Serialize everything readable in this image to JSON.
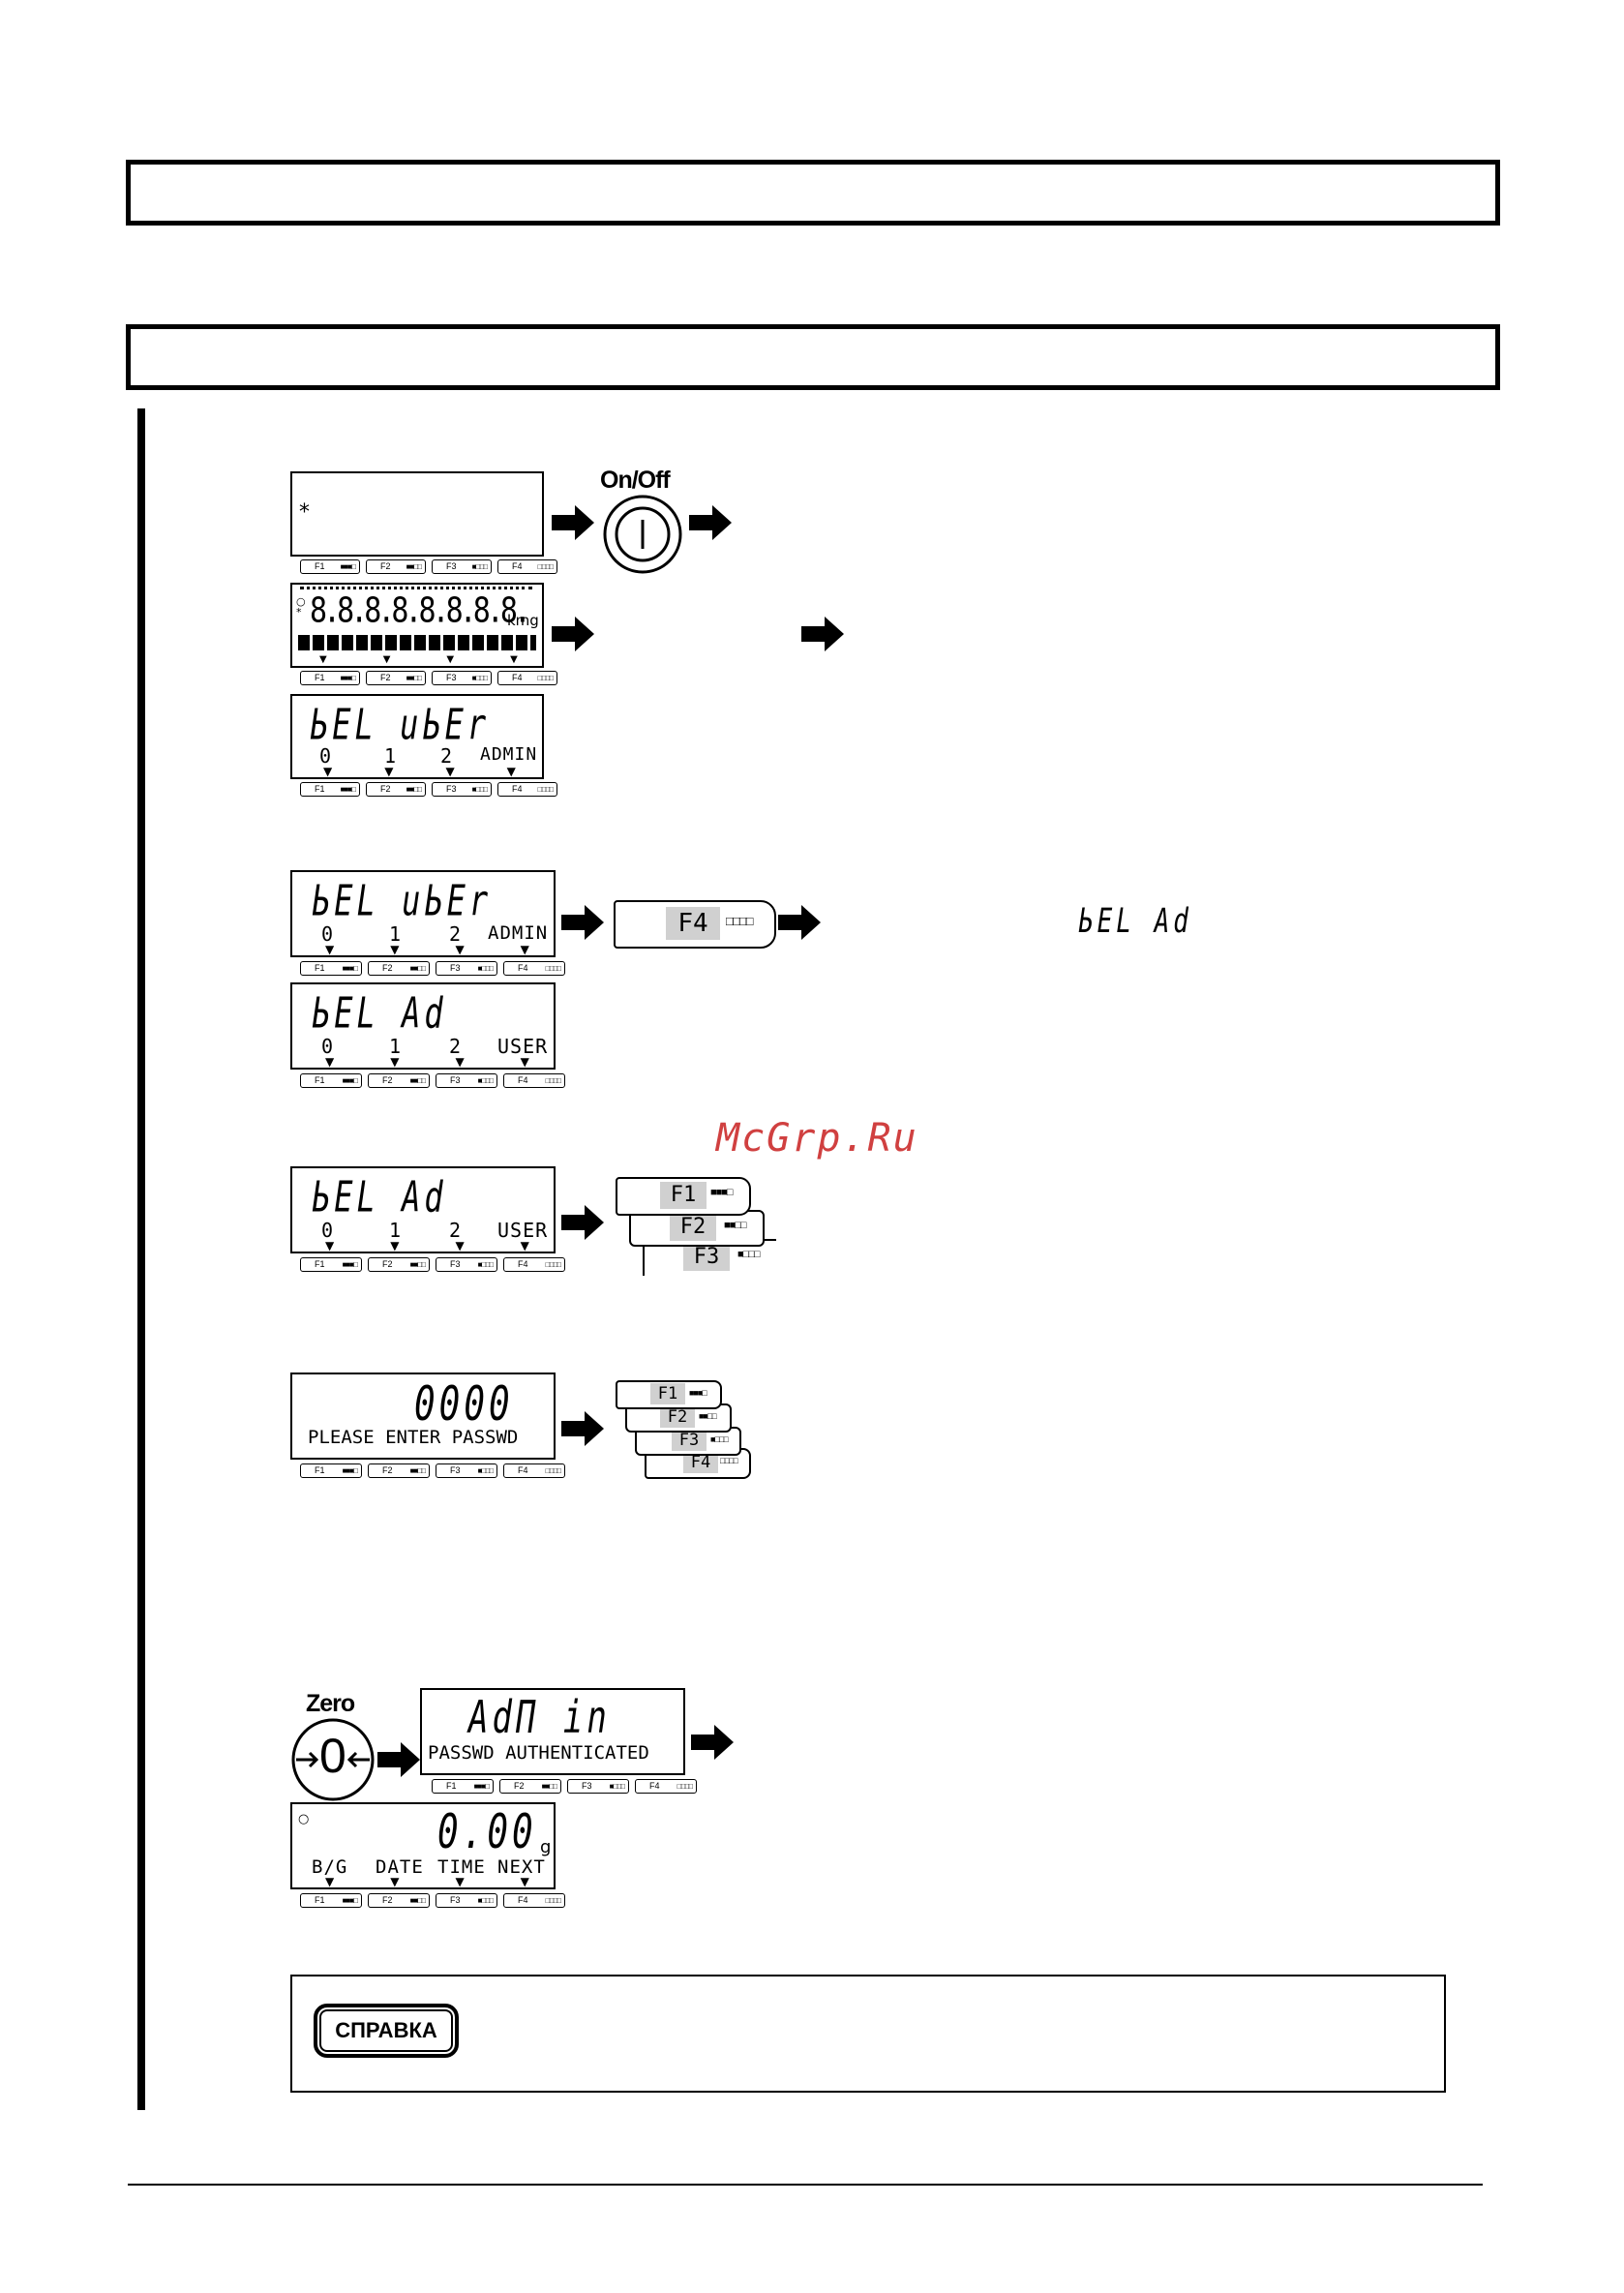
{
  "watermark": "McGrp.Ru",
  "info_label": "СПРАВКА",
  "onoff_label": "On/Off",
  "zero_label": "Zero",
  "zero_symbol": "0",
  "star": "*",
  "fkeys": [
    "F1",
    "F2",
    "F3",
    "F4"
  ],
  "fkey_dots": [
    "■■■□",
    "■■□□",
    "■□□□",
    "□□□□"
  ],
  "test_display": {
    "digits": "8.8.8.8.8.8.8.8.",
    "unit": "kmg"
  },
  "sel_user": {
    "main": "ЬEL  uЬEr",
    "sub": [
      "0",
      "1",
      "2",
      "ADMIN"
    ]
  },
  "sel_ad": {
    "main": "ЬEL  Ad",
    "sub": [
      "0",
      "1",
      "2",
      "USER"
    ]
  },
  "sel_ad_inline": "ЬEL  Ad",
  "password": {
    "main": "0000",
    "sub": "PLEASE ENTER PASSWD"
  },
  "admin": {
    "main": "AdΠ in",
    "sub": "PASSWD AUTHENTICATED"
  },
  "weigh": {
    "main": "0.00",
    "unit": "g",
    "sub": [
      "B/G",
      "DATE",
      "TIME",
      "NEXT"
    ]
  },
  "colors": {
    "watermark": "#d04040",
    "key_label_bg": "#d0d0d0"
  }
}
